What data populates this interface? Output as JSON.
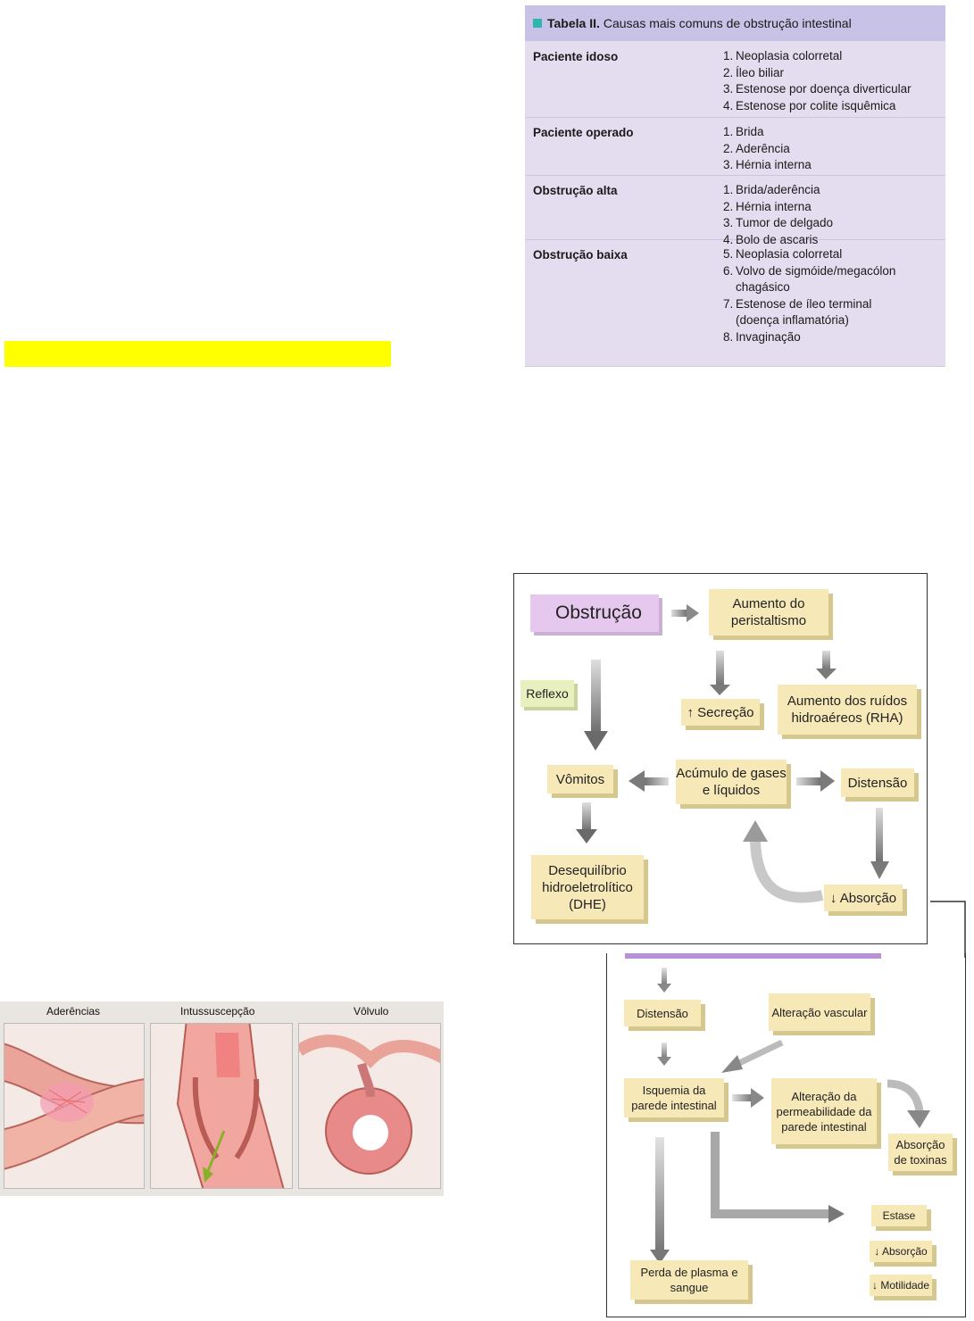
{
  "table": {
    "title_bold": "Tabela II.",
    "title_rest": "Causas mais comuns de obstrução intestinal",
    "rows": [
      {
        "category": "Paciente idoso",
        "items": [
          {
            "n": "1.",
            "t": "Neoplasia colorretal"
          },
          {
            "n": "2.",
            "t": "Íleo biliar"
          },
          {
            "n": "3.",
            "t": "Estenose por doença diverticular"
          },
          {
            "n": "4.",
            "t": "Estenose por colite isquêmica"
          }
        ]
      },
      {
        "category": "Paciente operado",
        "items": [
          {
            "n": "1.",
            "t": "Brida"
          },
          {
            "n": "2.",
            "t": "Aderência"
          },
          {
            "n": "3.",
            "t": "Hérnia interna"
          }
        ]
      },
      {
        "category": "Obstrução alta",
        "items": [
          {
            "n": "1.",
            "t": "Brida/aderência"
          },
          {
            "n": "2.",
            "t": "Hérnia interna"
          },
          {
            "n": "3.",
            "t": "Tumor de delgado"
          },
          {
            "n": "4.",
            "t": "Bolo de ascaris"
          }
        ]
      },
      {
        "category": "Obstrução baixa",
        "items": [
          {
            "n": "5.",
            "t": "Neoplasia colorretal"
          },
          {
            "n": "6.",
            "t": "Volvo de sigmóide/megacólon"
          },
          {
            "n": "",
            "t": "chagásico"
          },
          {
            "n": "7.",
            "t": "Estenose de íleo terminal"
          },
          {
            "n": "",
            "t": "(doença inflamatória)"
          },
          {
            "n": "8.",
            "t": "Invaginação"
          }
        ]
      }
    ]
  },
  "flow1": {
    "obstrucao": "Obstrução",
    "peristaltismo": "Aumento do peristaltismo",
    "reflexo": "Reflexo",
    "secrecao": "↑ Secreção",
    "rha": "Aumento dos ruídos hidroaéreos (RHA)",
    "vomitos": "Vômitos",
    "acumulo": "Acúmulo de gases e líquidos",
    "distensao": "Distensão",
    "dhe": "Desequilíbrio hidroeletrolítico (DHE)",
    "absorcao": "↓ Absorção"
  },
  "flow2": {
    "distensao": "Distensão",
    "vascular": "Alteração vascular",
    "isquemia": "Isquemia da parede intestinal",
    "permeabilidade": "Alteração da permeabilidade da parede intestinal",
    "toxinas": "Absorção de toxinas",
    "estase": "Estase",
    "absorcao": "↓ Absorção",
    "motilidade": "↓ Motilidade",
    "perda": "Perda de plasma e sangue"
  },
  "anatomy": {
    "labels": [
      "Aderências",
      "Intussuscepção",
      "Vôlvulo"
    ]
  },
  "colors": {
    "highlight": "#ffff00",
    "table_bg": "#e4dcef",
    "table_header": "#c8c2e6",
    "box_fill": "#f7e8b8",
    "obstrucao_fill": "#e6c8ee"
  }
}
